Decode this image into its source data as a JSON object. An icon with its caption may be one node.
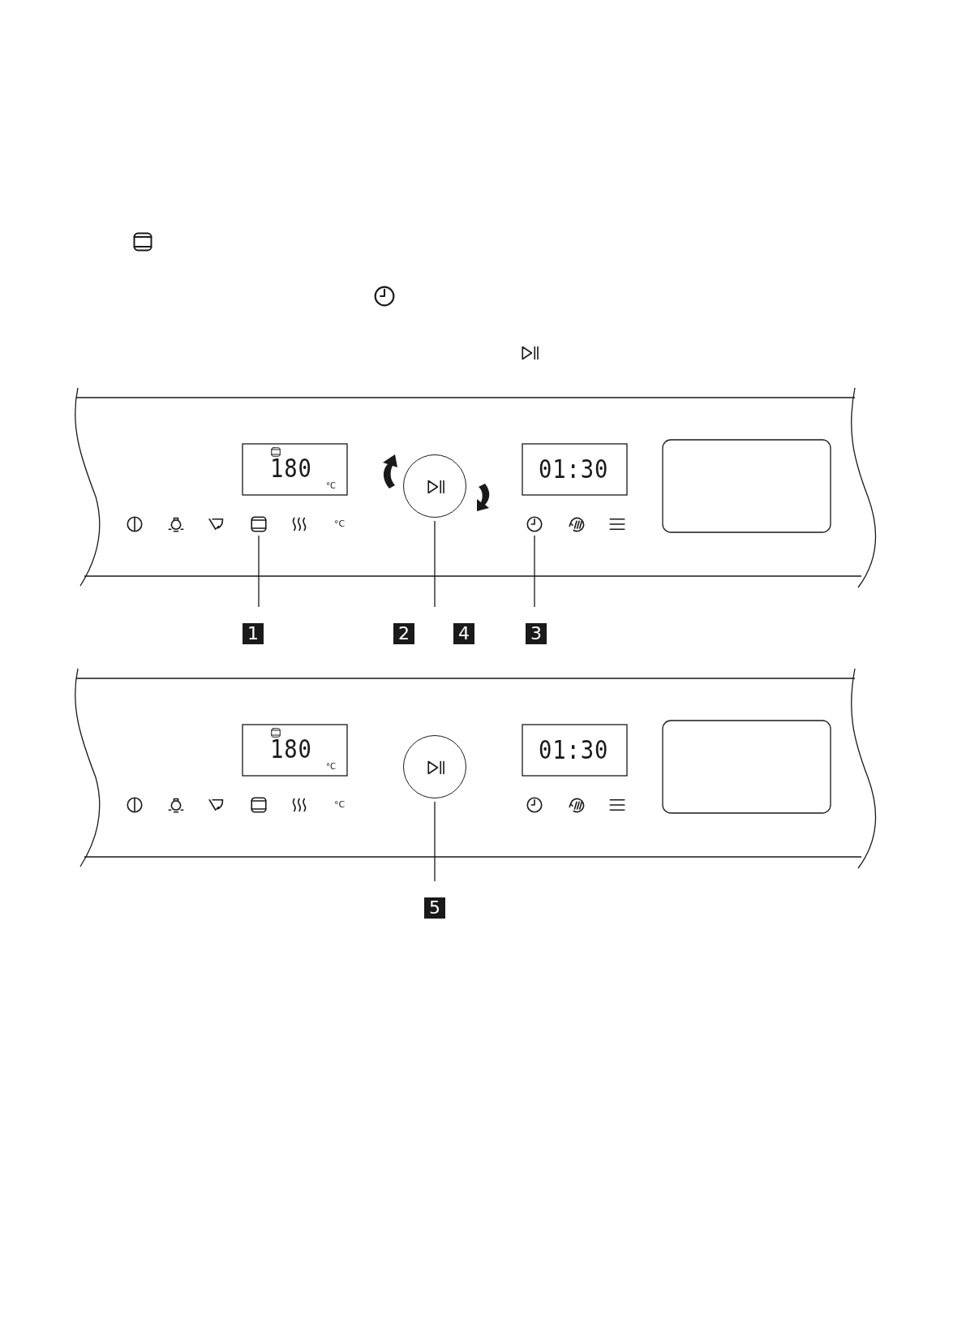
{
  "diagram": {
    "nodes": [
      {
        "text": [],
        "shape": "box"
      },
      {
        "text": [],
        "shape": "circle"
      },
      {
        "text": [],
        "shape": "circle"
      },
      {
        "text": [
          "1"
        ]
      },
      {
        "text": [
          "2"
        ]
      },
      {
        "text": [
          "4"
        ]
      },
      {
        "text": [
          "3"
        ]
      },
      {
        "text": [],
        "shape": "circle"
      },
      {
        "text": [
          "5"
        ]
      }
    ],
    "edges": [
      {
        "from": 3,
        "to": 0,
        "arrow": "none"
      },
      {
        "from": 4,
        "to": 1,
        "arrow": "none"
      },
      {
        "from": 6,
        "to": 2,
        "arrow": "none"
      },
      {
        "from": 8,
        "to": 7,
        "arrow": "none"
      }
    ],
    "labels": [
      "180",
      "°C",
      "01:30",
      "°C",
      "180",
      "°C",
      "01:30",
      "°C"
    ]
  }
}
